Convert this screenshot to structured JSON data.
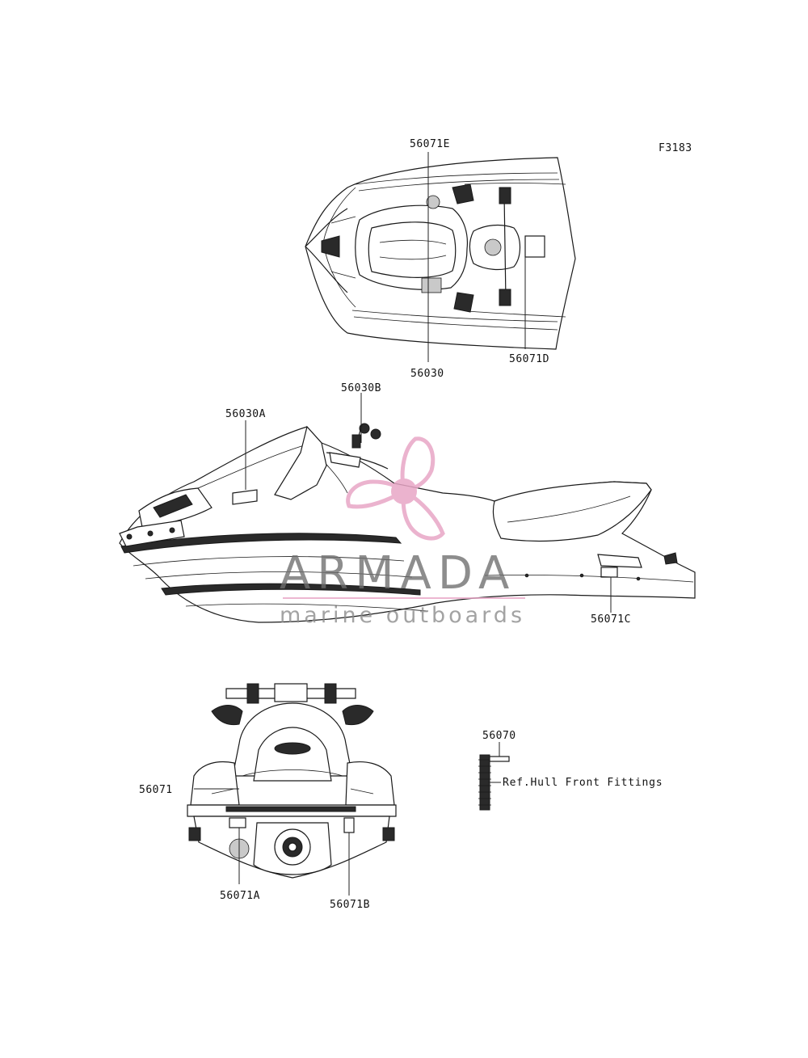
{
  "figure_code": "F3183",
  "callouts": {
    "top_56071E": "56071E",
    "top_56030": "56030",
    "top_56071D": "56071D",
    "side_56030B": "56030B",
    "side_56030A": "56030A",
    "side_56071C": "56071C",
    "rear_56071": "56071",
    "rear_56071A": "56071A",
    "rear_56071B": "56071B",
    "part_56070": "56070"
  },
  "reference_note": "Ref.Hull Front Fittings",
  "watermark": {
    "brand": "ARMADA",
    "tagline": "marine outboards",
    "logo_color": "#e8a6c6",
    "text_color": "#6e6e6e"
  }
}
